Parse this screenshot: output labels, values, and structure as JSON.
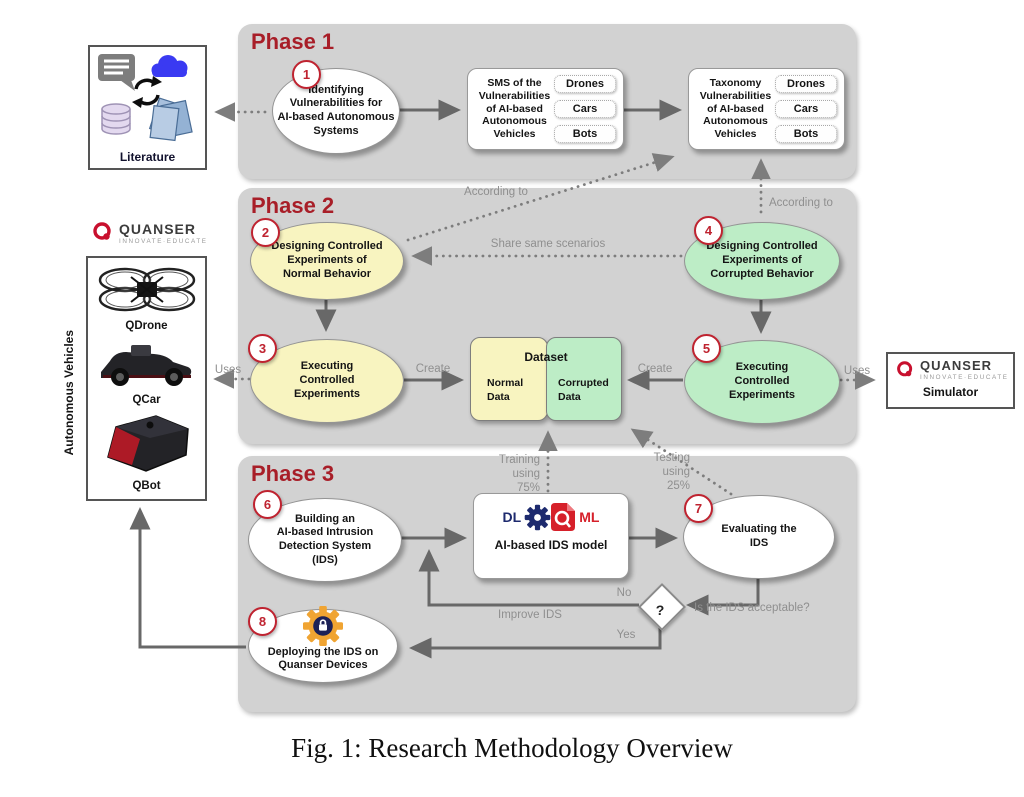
{
  "figure": {
    "caption": "Fig. 1: Research Methodology Overview"
  },
  "phases": {
    "p1": "Phase 1",
    "p2": "Phase 2",
    "p3": "Phase 3"
  },
  "literature": {
    "label": "Literature"
  },
  "sidebar": {
    "brand": "QUANSER",
    "tagline": "INNOVATE·EDUCATE",
    "vertical_label": "Autonomous Vehicles",
    "devices": [
      {
        "label": "QDrone"
      },
      {
        "label": "QCar"
      },
      {
        "label": "QBot"
      }
    ]
  },
  "simulator": {
    "brand": "QUANSER",
    "tagline": "INNOVATE·EDUCATE",
    "label": "Simulator"
  },
  "steps": {
    "s1": {
      "num": "1",
      "text": "Identifying\nVulnerabilities for\nAI-based Autonomous\nSystems"
    },
    "s2": {
      "num": "2",
      "text": "Designing Controlled\nExperiments of\nNormal Behavior"
    },
    "s3": {
      "num": "3",
      "text": "Executing\nControlled\nExperiments"
    },
    "s4": {
      "num": "4",
      "text": "Designing Controlled\nExperiments of\nCorrupted Behavior"
    },
    "s5": {
      "num": "5",
      "text": "Executing\nControlled\nExperiments"
    },
    "s6": {
      "num": "6",
      "text": "Building an\nAI-based Intrusion\nDetection System\n(IDS)"
    },
    "s7": {
      "num": "7",
      "text": "Evaluating the\nIDS"
    },
    "s8": {
      "num": "8",
      "text": "Deploying the IDS on\nQuanser Devices"
    }
  },
  "boxes": {
    "sms": {
      "text": "SMS of the\nVulnerabilities\nof AI-based\nAutonomous\nVehicles",
      "chips": [
        "Drones",
        "Cars",
        "Bots"
      ]
    },
    "taxonomy": {
      "text": "Taxonomy\nVulnerabilities\nof AI-based\nAutonomous\nVehicles",
      "chips": [
        "Drones",
        "Cars",
        "Bots"
      ]
    },
    "dataset": {
      "title": "Dataset",
      "normal": "Normal\nData",
      "corrupted": "Corrupted\nData"
    },
    "model": {
      "dl": "DL",
      "ml": "ML",
      "label": "AI-based IDS model"
    },
    "decision": {
      "symbol": "?"
    }
  },
  "edge_labels": {
    "according_to_left": "According to",
    "according_to_right": "According to",
    "share": "Share same scenarios",
    "uses_left": "Uses",
    "uses_right": "Uses",
    "create_left": "Create",
    "create_right": "Create",
    "training": "Training\nusing\n75%",
    "testing": "Testing\nusing\n25%",
    "improve": "Improve IDS",
    "no": "No",
    "yes": "Yes",
    "question": "Is the IDS acceptable?"
  },
  "colors": {
    "phase_panel": "#d2d2d2",
    "phase_title": "#a81e28",
    "normal_yellow": "#f8f4c0",
    "corrupted_green": "#bdedc6",
    "quanser_red": "#c8102e",
    "badge_red": "#bf2330",
    "arrow_gray": "#686868",
    "label_gray": "#8f8f8f",
    "dl_navy": "#1d2a6e",
    "ml_red": "#d6202a",
    "deploy_orange": "#f0a432",
    "cloud_blue": "#3a3af2"
  }
}
